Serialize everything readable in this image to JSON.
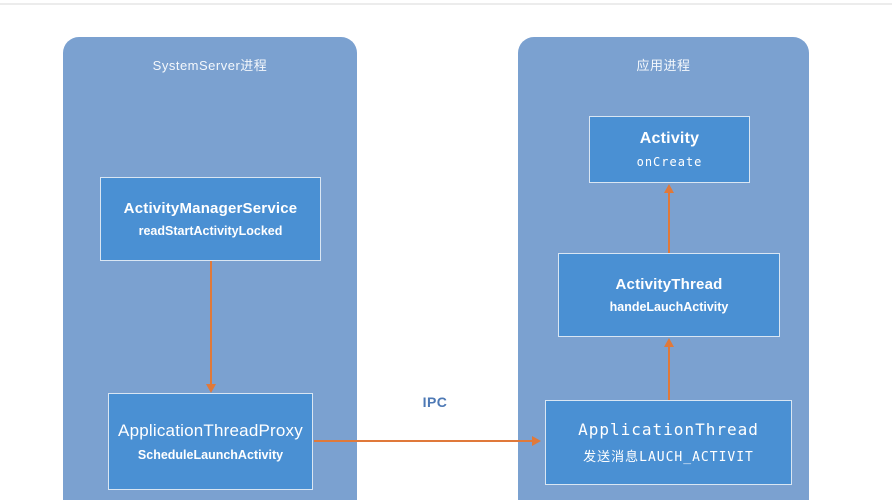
{
  "processes": [
    {
      "title": "SystemServer进程"
    },
    {
      "title": "应用进程"
    }
  ],
  "nodes": {
    "ams": {
      "title": "ActivityManagerService",
      "subtitle": "readStartActivityLocked"
    },
    "atp": {
      "title": "ApplicationThreadProxy",
      "subtitle": "ScheduleLaunchActivity"
    },
    "activity": {
      "title": "Activity",
      "subtitle": "onCreate"
    },
    "athread": {
      "title": "ActivityThread",
      "subtitle": "handeLauchActivity"
    },
    "appthread": {
      "title": "ApplicationThread",
      "subtitle": "发送消息LAUCH_ACTIVIT"
    }
  },
  "labels": {
    "ipc": "IPC"
  },
  "colors": {
    "container_fill": "#7ba1d0",
    "node_fill": "#4a90d3",
    "node_border": "#d9e6f3",
    "arrow": "#e0793a",
    "ipc_text": "#4d79b5",
    "text": "#ffffff"
  }
}
